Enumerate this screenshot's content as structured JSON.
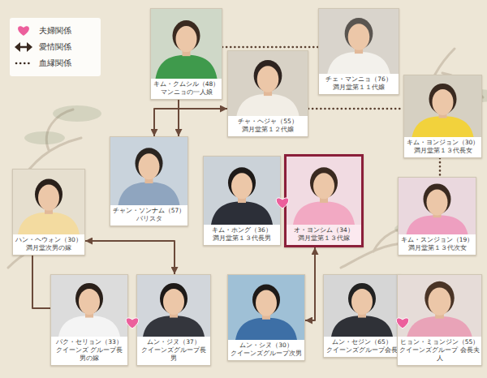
{
  "diagram": {
    "nodes": [
      {
        "text": [
          "キム・クムシル（48）",
          "マンニョの一人娘"
        ]
      },
      {
        "text": [
          "チェ・マンニョ（76）",
          "満月堂第１１代嬢"
        ]
      },
      {
        "text": [
          "チャ・ヘジャ（55）",
          "満月堂第１２代嬢"
        ]
      },
      {
        "text": [
          "キム・ヨンジョン（30）",
          "満月堂第１３代長女"
        ]
      },
      {
        "text": [
          "チャン・ソンナム（57）",
          "バリスタ"
        ]
      },
      {
        "text": [
          "キム・ホング（36）",
          "満月堂第１３代長男"
        ]
      },
      {
        "text": [
          "オ・ヨンシム（34）",
          "満月堂第１３代嫁"
        ]
      },
      {
        "text": [
          "ハン・ヘウォン（30）",
          "満月堂次男の嫁"
        ]
      },
      {
        "text": [
          "キム・スンジョン（19）",
          "満月堂第１３代次女"
        ]
      },
      {
        "text": [
          "パク・セリョン（33）",
          "クイーンズ グループ長男の嫁"
        ]
      },
      {
        "text": [
          "ムン・ジヌ（37）",
          "クイーンズグループ長男"
        ]
      },
      {
        "text": [
          "ムン・シヌ（30）",
          "クイーンズグループ次男"
        ]
      },
      {
        "text": [
          "ムン・セジン（65）",
          "クイーンズグループ会長"
        ]
      },
      {
        "text": [
          "ヒョン・ミョンジン（55）",
          "クイーンズグループ 会長夫人"
        ]
      }
    ],
    "edges": [
      {
        "from": 0,
        "to": 1,
        "arrow": "none"
      },
      {
        "from": 0,
        "to": 4,
        "arrow": "to"
      },
      {
        "from": 2,
        "to": 4,
        "arrow": "both"
      },
      {
        "from": 2,
        "to": 3,
        "arrow": "none"
      },
      {
        "from": 3,
        "to": 8,
        "arrow": "none"
      },
      {
        "from": 7,
        "to": 10,
        "arrow": "both"
      },
      {
        "from": 7,
        "to": 9,
        "arrow": "none"
      },
      {
        "from": 11,
        "to": 6,
        "arrow": "both"
      }
    ],
    "legend": [
      {
        "text": "夫婦関係"
      },
      {
        "text": "愛情関係"
      },
      {
        "text": "血縁関係"
      }
    ]
  }
}
